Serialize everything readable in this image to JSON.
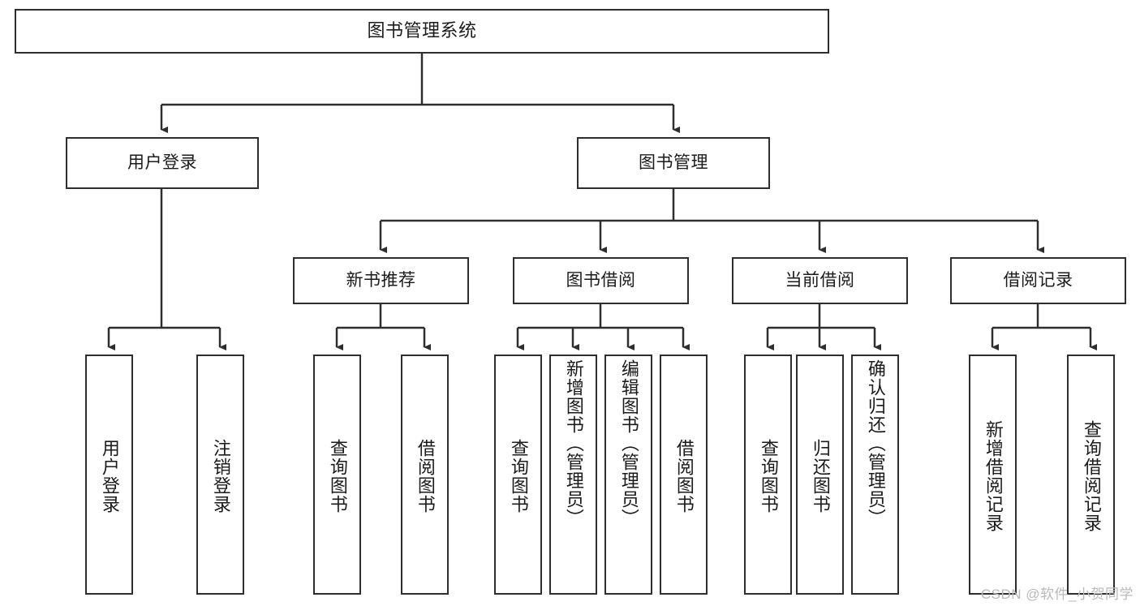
{
  "diagram": {
    "type": "tree-hierarchy",
    "title": "图书管理系统",
    "watermark": "CSDN @软件_小贺同学",
    "colors": {
      "stroke": "#2e2e2e",
      "fill": "#ffffff",
      "text": "#1b1b1b",
      "watermark": "#b9b9b9"
    },
    "root": {
      "label": "图书管理系统"
    },
    "level2": [
      {
        "label": "用户登录"
      },
      {
        "label": "图书管理"
      }
    ],
    "level3": [
      {
        "label": "新书推荐"
      },
      {
        "label": "图书借阅"
      },
      {
        "label": "当前借阅"
      },
      {
        "label": "借阅记录"
      }
    ],
    "leaves": {
      "user_login": [
        {
          "label": "用户登录"
        },
        {
          "label": "注销登录"
        }
      ],
      "new_book_recommend": [
        {
          "label": "查询图书"
        },
        {
          "label": "借阅图书"
        }
      ],
      "book_borrow": [
        {
          "label": "查询图书"
        },
        {
          "label": "新增图书（管理员）"
        },
        {
          "label": "编辑图书（管理员）"
        },
        {
          "label": "借阅图书"
        }
      ],
      "current_borrow": [
        {
          "label": "查询图书"
        },
        {
          "label": "归还图书"
        },
        {
          "label": "确认归还（管理员）"
        }
      ],
      "borrow_record": [
        {
          "label": "新增借阅记录"
        },
        {
          "label": "查询借阅记录"
        }
      ]
    }
  }
}
